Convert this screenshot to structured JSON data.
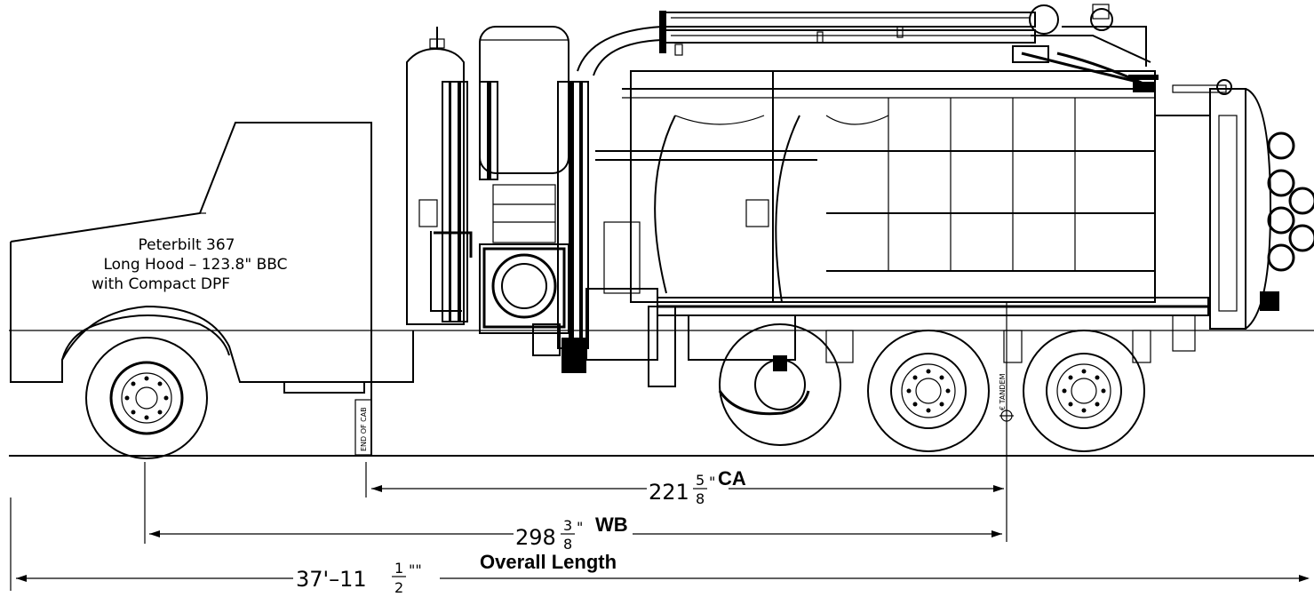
{
  "cab_label": {
    "line1": "Peterbilt 367",
    "line2": "Long Hood – 123.8\" BBC",
    "line3": "with Compact DPF"
  },
  "end_of_cab": "END OF CAB",
  "axle_mark": "€ TANDEM",
  "dimensions": {
    "ca": {
      "whole": "221",
      "num": "5",
      "den": "8",
      "unit": "\"",
      "label": "CA"
    },
    "wb": {
      "whole": "298",
      "num": "3",
      "den": "8",
      "unit": "\"",
      "label": "WB"
    },
    "overall": {
      "prefix": "37'–11",
      "num": "1",
      "den": "2",
      "unit": "\"\"",
      "label": "Overall Length"
    }
  }
}
